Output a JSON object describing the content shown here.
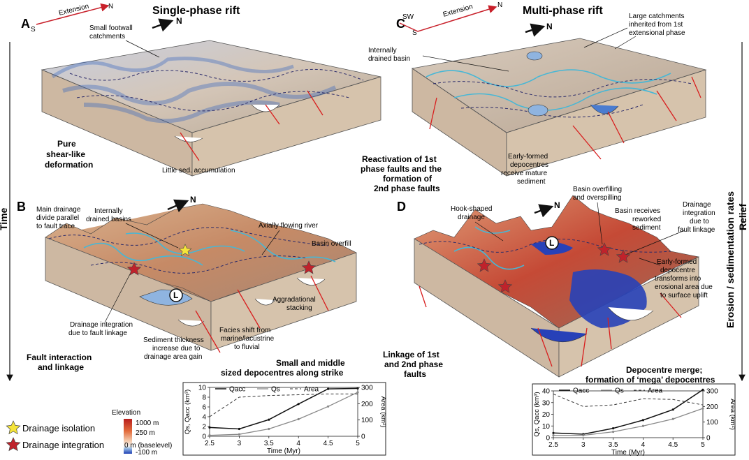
{
  "panels": {
    "A": {
      "letter": "A",
      "title": "Single-phase rift",
      "extension": "Extension",
      "dir_s": "S",
      "dir_n": "N",
      "north": "N",
      "notes": [
        "Small footwall",
        "catchments"
      ],
      "caption": [
        "Pure",
        "shear-like",
        "deformation"
      ],
      "accum": "Little sed. accumulation"
    },
    "B": {
      "letter": "B",
      "north": "N",
      "notes_main": [
        "Main drainage",
        "divide parallel",
        "to fault trace"
      ],
      "notes_basins": [
        "Internally",
        "drained basins"
      ],
      "axial": "Axially flowing river",
      "overfill": "Basin overfill",
      "integration": [
        "Drainage integration",
        "due to fault linkage"
      ],
      "aggradational": [
        "Aggradational",
        "stacking"
      ],
      "facies": [
        "Facies shift from",
        "marine/lacustrine",
        "to fluvial"
      ],
      "thickness": [
        "Sediment thickness",
        "increase due to",
        "drainage area gain"
      ],
      "caption": [
        "Fault interaction",
        "and linkage"
      ],
      "summary": [
        "Small and middle",
        "sized depocentres along strike"
      ],
      "lake": "L"
    },
    "C": {
      "letter": "C",
      "title": "Multi-phase rift",
      "extension": "Extension",
      "dir_sw": "SW",
      "dir_s": "S",
      "dir_n": "N",
      "north": "N",
      "notes_large": [
        "Large catchments",
        "inherited from 1st",
        "extensional phase"
      ],
      "notes_internal": [
        "Internally",
        "drained basin"
      ],
      "caption": [
        "Reactivation of 1st",
        "phase faults and the",
        "formation of",
        "2nd phase faults"
      ],
      "early": [
        "Early-formed",
        "depocentres",
        "receive mature",
        "sediment"
      ]
    },
    "D": {
      "letter": "D",
      "north": "N",
      "hook": [
        "Hook-shaped",
        "drainage"
      ],
      "overfill": [
        "Basin overfilling",
        "and overspilling"
      ],
      "reworked": [
        "Basin receives",
        "reworked",
        "sediment"
      ],
      "integration": [
        "Drainage",
        "integration",
        "due to",
        "fault linkage"
      ],
      "early": [
        "Early-formed",
        "depocentre",
        "transforms into",
        "erosional area due",
        "to surface uplift"
      ],
      "caption": [
        "Linkage of 1st",
        "and 2nd phase",
        "faults"
      ],
      "summary": [
        "Depocentre merge;",
        "formation of ‘mega’ depocentres"
      ],
      "lake": "L"
    }
  },
  "side_labels": {
    "time": "Time",
    "rates": "Erosion / sedimentation rates",
    "relief": "Relief"
  },
  "legend": {
    "isolation": "Drainage isolation",
    "integration": "Drainage integration",
    "elevation_title": "Elevation",
    "elevation_ticks": [
      "1000 m",
      "250 m",
      "0 m (baselevel)",
      "-100 m"
    ],
    "colors": {
      "isolation_star": "#f5e43a",
      "integration_star": "#c0222b",
      "fault": "#d81e1e",
      "river": "#46b7d6",
      "lake": "#2741b8"
    }
  },
  "chart_data": [
    {
      "type": "line",
      "x": [
        2.5,
        3,
        3.5,
        4,
        4.5,
        5
      ],
      "xlabel": "Time (Myr)",
      "ylabel": "Qs, Qacc (km³)",
      "y2label": "Area (km²)",
      "xticks": [
        "2.5",
        "3",
        "3.5",
        "4",
        "4.5",
        "5"
      ],
      "yticks": [
        "0",
        "2",
        "4",
        "6",
        "8",
        "10"
      ],
      "y2ticks": [
        "0",
        "100",
        "200",
        "300"
      ],
      "ylim": [
        0,
        10
      ],
      "y2lim": [
        0,
        300
      ],
      "series": [
        {
          "name": "Qacc",
          "style": "solid-black",
          "axis": "left",
          "values": [
            1.8,
            1.5,
            3.4,
            6.6,
            9.7,
            9.8
          ]
        },
        {
          "name": "Qs",
          "style": "solid-gray",
          "axis": "left",
          "values": [
            0.2,
            0.4,
            1.5,
            3.5,
            6.1,
            9.0
          ]
        },
        {
          "name": "Area",
          "style": "dashed",
          "axis": "right",
          "values": [
            120,
            240,
            250,
            255,
            260,
            260
          ]
        }
      ]
    },
    {
      "type": "line",
      "x": [
        2.5,
        3,
        3.5,
        4,
        4.5,
        5
      ],
      "xlabel": "Time (Myr)",
      "ylabel": "Qs, Qacc (km³)",
      "y2label": "Area (km²)",
      "xticks": [
        "2.5",
        "3",
        "3.5",
        "4",
        "4.5",
        "5"
      ],
      "yticks": [
        "0",
        "10",
        "20",
        "30",
        "40"
      ],
      "y2ticks": [
        "0",
        "100",
        "200",
        "300"
      ],
      "ylim": [
        0,
        40
      ],
      "y2lim": [
        0,
        300
      ],
      "series": [
        {
          "name": "Qacc",
          "style": "solid-black",
          "axis": "left",
          "values": [
            4,
            3,
            8,
            15,
            24,
            41
          ]
        },
        {
          "name": "Qs",
          "style": "solid-gray",
          "axis": "left",
          "values": [
            2,
            2,
            5,
            10,
            16,
            25
          ]
        },
        {
          "name": "Area",
          "style": "dashed",
          "axis": "right",
          "values": [
            280,
            200,
            210,
            250,
            245,
            210
          ]
        }
      ]
    }
  ]
}
